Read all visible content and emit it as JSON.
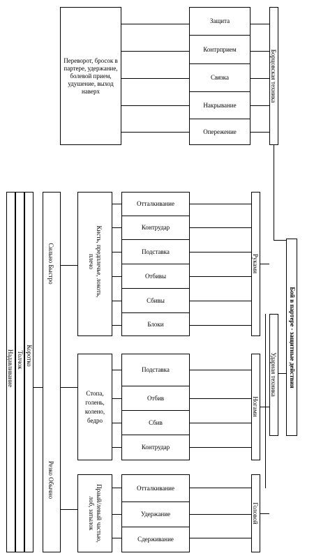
{
  "top_section": {
    "description": "Переворот, бросок в партере, удержание, болевой прием, удушение, выход наверх",
    "items": [
      "Защита",
      "Контрприем",
      "Связка",
      "Накрывание",
      "Опережение"
    ],
    "category": "Борцовская техника"
  },
  "main_title": "Бой в партере - защитные действия",
  "strike_technique": "Ударная техника",
  "hands": {
    "category": "Руками",
    "description": "Кисть, предплечье, локоть, плечо",
    "items": [
      "Отталкивание",
      "Контрудар",
      "Подставка",
      "Отбивы",
      "Сбивы",
      "Блоки"
    ]
  },
  "legs": {
    "category": "Ногами",
    "description": "Стопа, голень, колено, бедро",
    "items": [
      "Подставка",
      "Отбив",
      "Сбив",
      "Контрудар"
    ]
  },
  "head": {
    "category": "Головой",
    "description": "Праый/левый частью, лоб, затылок",
    "items": [
      "Отталкивание",
      "Удержание",
      "Сдерживание"
    ]
  },
  "speed": {
    "fast": "Сильно Быстро",
    "sharp": "Резко Обычно"
  },
  "left_columns": [
    "Коротко",
    "Толчок",
    "Надавливание"
  ]
}
